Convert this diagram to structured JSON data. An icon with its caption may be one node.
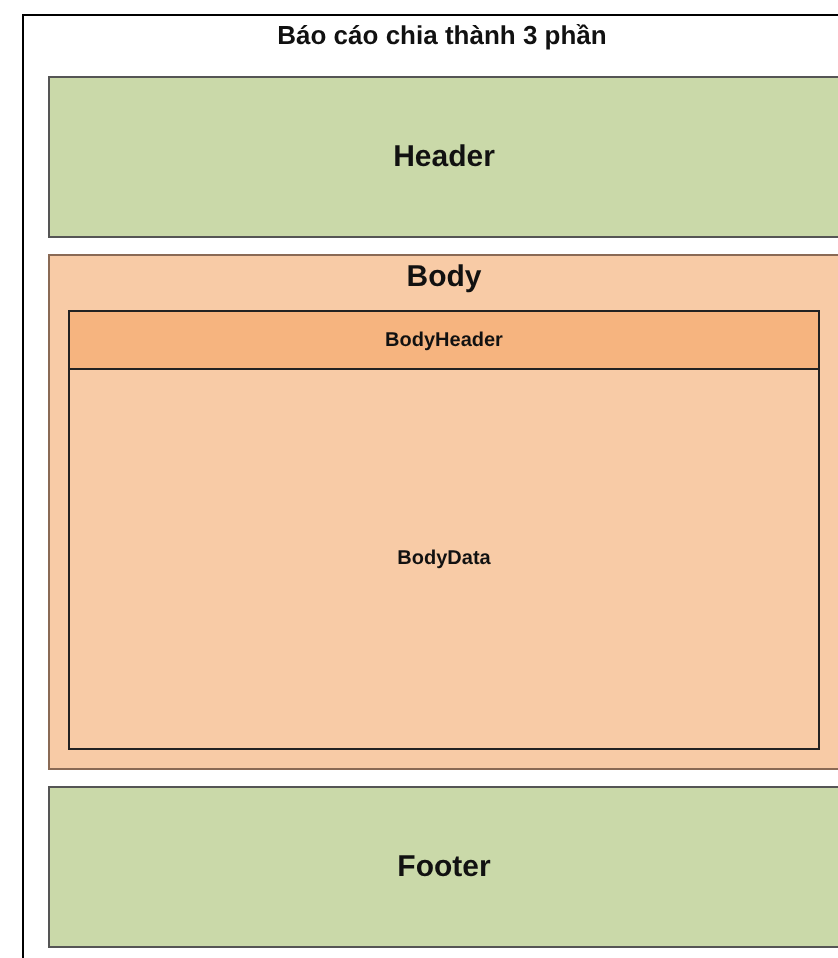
{
  "diagram": {
    "nodes": [
      {
        "text": [
          "Báo cáo chia thành 3 phần"
        ]
      },
      {
        "text": [
          "Header"
        ],
        "in": 0
      },
      {
        "text": [
          "Body"
        ],
        "in": 0
      },
      {
        "text": [
          "BodyHeader"
        ],
        "in": 2
      },
      {
        "text": [
          "BodyData"
        ],
        "in": 2
      },
      {
        "text": [
          "Footer"
        ],
        "in": 0
      }
    ]
  }
}
